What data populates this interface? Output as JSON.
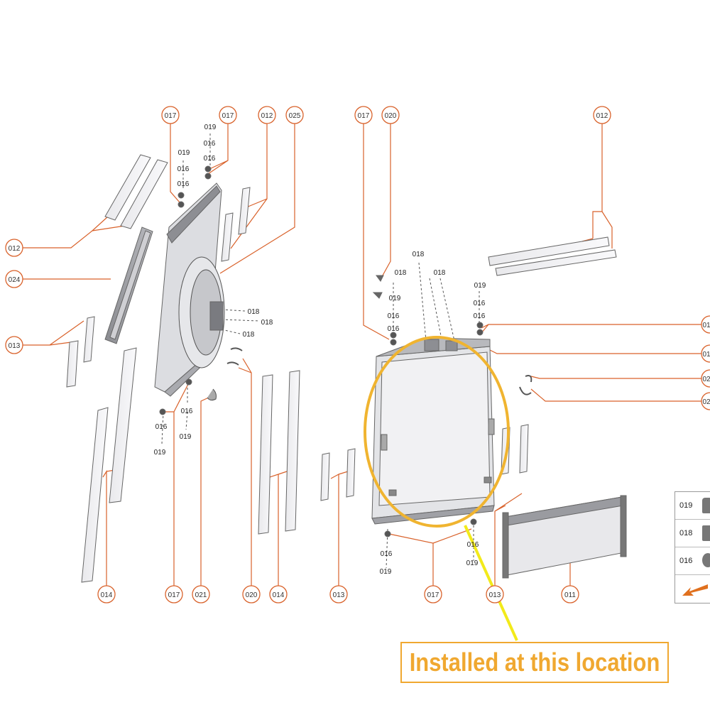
{
  "callouts": {
    "c_017_a": "017",
    "c_017_b": "017",
    "c_012_a": "012",
    "c_025": "025",
    "c_017_c": "017",
    "c_020_a": "020",
    "c_012_b": "012",
    "c_012_c": "012",
    "c_024": "024",
    "c_013_a": "013",
    "c_014_a": "014",
    "c_017_d": "017",
    "c_021": "021",
    "c_020_b": "020",
    "c_014_b": "014",
    "c_013_b": "013",
    "c_017_e": "017",
    "c_013_c": "013",
    "c_011": "011",
    "c_r1": "01",
    "c_r2": "01",
    "c_r3": "02",
    "c_r4": "02"
  },
  "part_numbers": {
    "n019": "019",
    "n016": "016",
    "n018": "018"
  },
  "legend": {
    "rows": [
      "019",
      "018",
      "016"
    ]
  },
  "banner": {
    "text": "Installed at this location"
  },
  "colors": {
    "callout_orange": "#d9622b",
    "highlight_yellow": "#f0b430",
    "pointer_yellow": "#f2ea1a"
  }
}
